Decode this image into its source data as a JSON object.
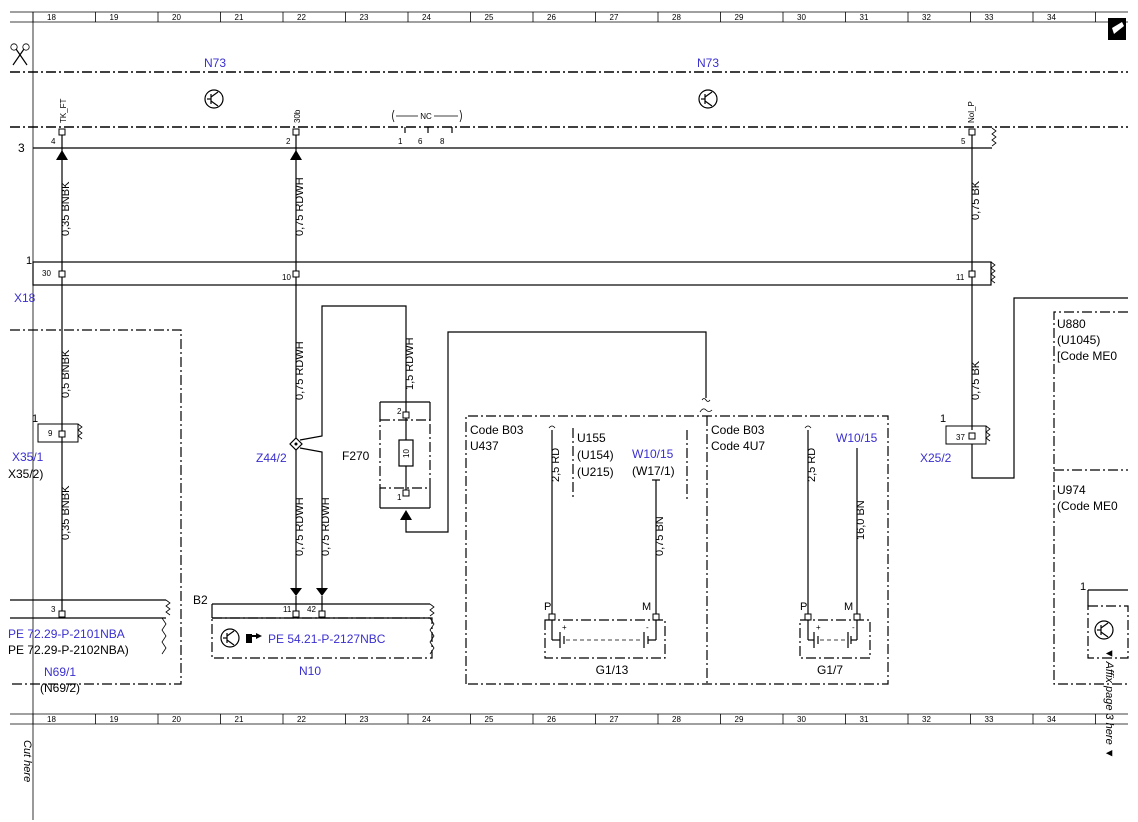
{
  "grid": {
    "columns": [
      "18",
      "19",
      "20",
      "21",
      "22",
      "23",
      "24",
      "25",
      "26",
      "27",
      "28",
      "29",
      "30",
      "31",
      "32",
      "33",
      "34"
    ]
  },
  "side": {
    "cut_here": "Cut here",
    "affix_page": "▼ Affix page 3 here ▼",
    "row_3": "3",
    "row_1": "1"
  },
  "modules": {
    "n73_left": "N73",
    "n73_right": "N73",
    "x18": "X18",
    "x35": "X35/1",
    "x35_alt": "X35/2)",
    "x25": "X25/2",
    "z44": "Z44/2",
    "f270": "F270",
    "fuse_rating": "10",
    "b2": "B2",
    "n10": "N10",
    "n10_ref": "PE 54.21-P-2127NBC",
    "n69_ref1": "PE 72.29-P-2101NBA",
    "n69_ref2": "PE 72.29-P-2102NBA)",
    "n69": "N69/1",
    "n69_alt": "(N69/2)",
    "g1_13": "G1/13",
    "g1_7": "G1/7",
    "code_b03_a": "Code B03",
    "u437": "U437",
    "u155": "U155",
    "u154": "(U154)",
    "u215": "(U215)",
    "w10_a": "W10/15",
    "w17": "(W17/1)",
    "code_b03_b": "Code B03",
    "code_4u7": "Code 4U7",
    "w10_b": "W10/15",
    "u880": "U880",
    "u1045": "(U1045)",
    "code_me_a": "[Code ME0",
    "u974": "U974",
    "code_me_b": "(Code ME0"
  },
  "pins": {
    "tk_ft": "TK_FT",
    "p30b": "30b",
    "nc": "NC",
    "nol_p": "Nol_P",
    "p4": "4",
    "p2": "2",
    "p1": "1",
    "p6": "6",
    "p8": "8",
    "p5": "5",
    "p30": "30",
    "p10": "10",
    "p11": "11",
    "p9": "9",
    "p37": "37",
    "p1_x35": "1",
    "p1_x25": "1",
    "p3": "3",
    "p11_n10": "11",
    "p42": "42",
    "f2": "2",
    "f1": "1",
    "p1_u974": "1",
    "p_a": "P",
    "m_a": "M",
    "p_b": "P",
    "m_b": "M",
    "plus_a": "+",
    "minus_a": "-",
    "plus_b": "+",
    "minus_b": "-"
  },
  "wires": {
    "w1": "0,35 BNBK",
    "w2": "0,75 RDWH",
    "w3": "0,75 BK",
    "w4": "0,5 BNBK",
    "w5": "0,75 RDWH",
    "w6": "1,5 RDWH",
    "w7": "0,75 BK",
    "w8": "0,35 BNBK",
    "w9": "0,75 RDWH",
    "w10": "0,75 RDWH",
    "w11": "2,5 RD",
    "w12": "0,75 BN",
    "w13": "2,5 RD",
    "w14": "16,0 BN"
  }
}
